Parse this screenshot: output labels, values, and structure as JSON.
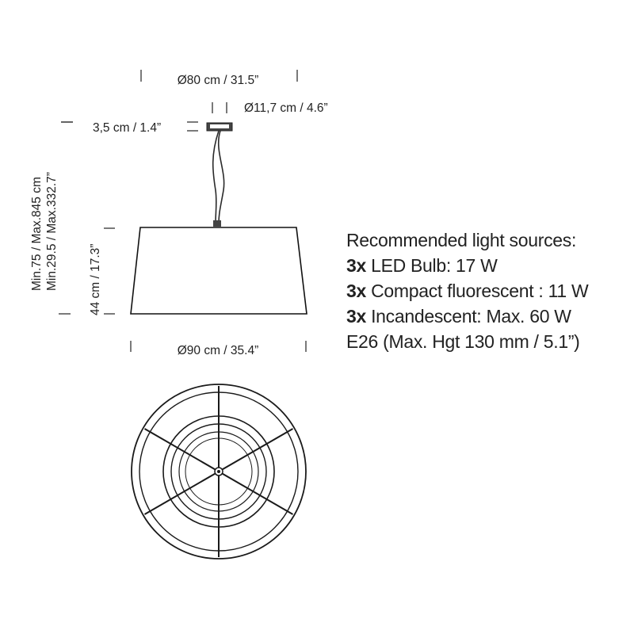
{
  "dimensions": {
    "shade_top_diameter": "Ø80 cm / 31.5”",
    "canopy_diameter": "Ø11,7 cm / 4.6”",
    "canopy_height": "3,5 cm / 1.4”",
    "suspension_range_metric": "Min.75 / Max.845 cm",
    "suspension_range_imperial": "Min.29.5 / Max.332.7”",
    "shade_height": "44 cm / 17.3”",
    "shade_bottom_diameter": "Ø90 cm / 35.4”"
  },
  "specs": {
    "heading": "Recommended light sources:",
    "lines": [
      {
        "qty": "3x",
        "text": " LED Bulb: 17 W"
      },
      {
        "qty": "3x",
        "text": " Compact fluorescent : 11 W"
      },
      {
        "qty": "3x",
        "text": " Incandescent: Max. 60 W"
      },
      {
        "qty": "",
        "text": "E26 (Max. Hgt 130 mm / 5.1”)"
      }
    ]
  }
}
